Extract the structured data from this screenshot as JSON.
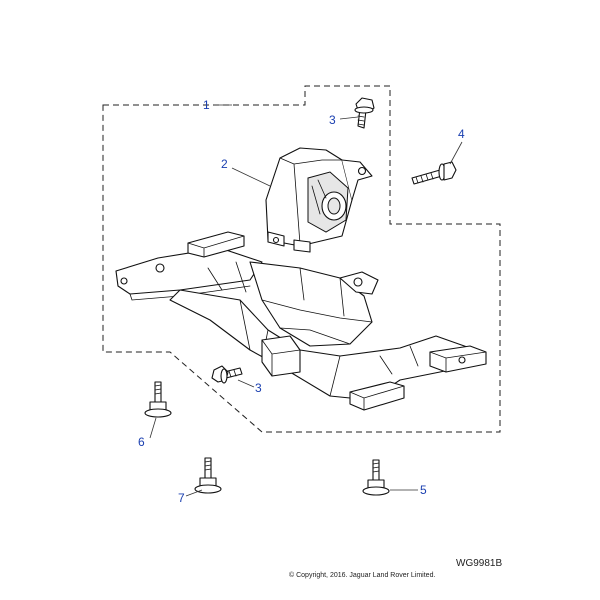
{
  "callouts": [
    {
      "id": "1",
      "label": "1"
    },
    {
      "id": "2",
      "label": "2"
    },
    {
      "id": "3a",
      "label": "3"
    },
    {
      "id": "3b",
      "label": "3"
    },
    {
      "id": "4",
      "label": "4"
    },
    {
      "id": "5",
      "label": "5"
    },
    {
      "id": "6",
      "label": "6"
    },
    {
      "id": "7",
      "label": "7"
    }
  ],
  "drawing_ref": "WG9981B",
  "copyright": "© Copyright, 2016. Jaguar Land Rover Limited.",
  "colors": {
    "callout": "#1a3fb0",
    "line": "#111111"
  }
}
